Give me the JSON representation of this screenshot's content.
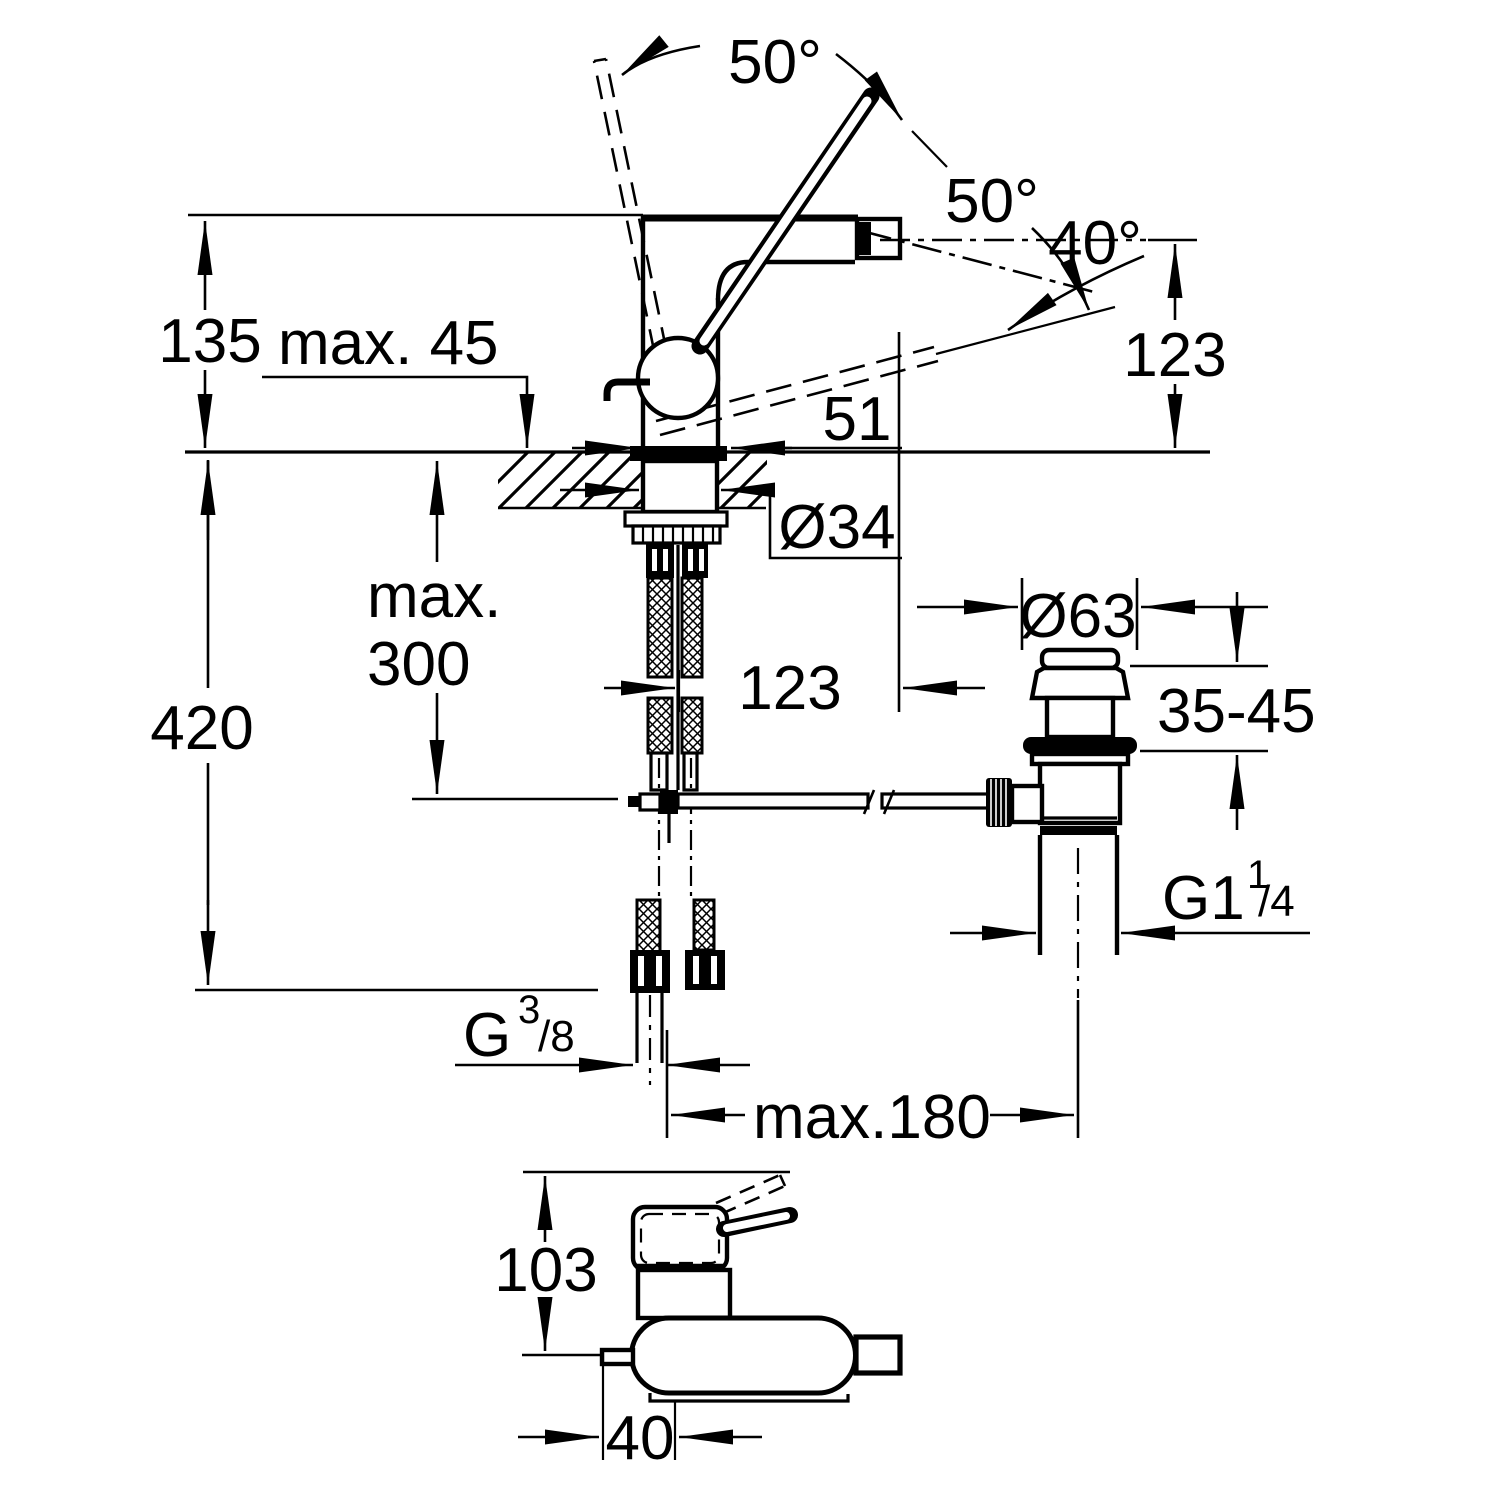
{
  "colors": {
    "background": "#ffffff",
    "line": "#000000"
  },
  "main_view": {
    "angle_handle_left": "50°",
    "angle_handle_right": "50°",
    "angle_spout": "40°",
    "dim_height_to_spout_top": "135",
    "dim_max_deck_thickness": "max. 45",
    "dim_spout_height": "123",
    "dim_base_width": "51",
    "dim_shank_diameter": "Ø34",
    "dim_max_hose_length_line1": "max.",
    "dim_max_hose_length_line2": "300",
    "dim_total_depth": "420",
    "dim_spout_reach": "123",
    "dim_supply_thread_base": "G",
    "dim_supply_thread_num": "3",
    "dim_supply_thread_den": "/8"
  },
  "drain_view": {
    "dim_flange_diameter": "Ø63",
    "dim_clamping_range": "35-45",
    "dim_thread_base": "G1",
    "dim_thread_num": "1",
    "dim_thread_den": "/4",
    "dim_max_rod_distance": "max.180"
  },
  "top_view": {
    "dim_body_height": "103",
    "dim_body_width": "40"
  }
}
